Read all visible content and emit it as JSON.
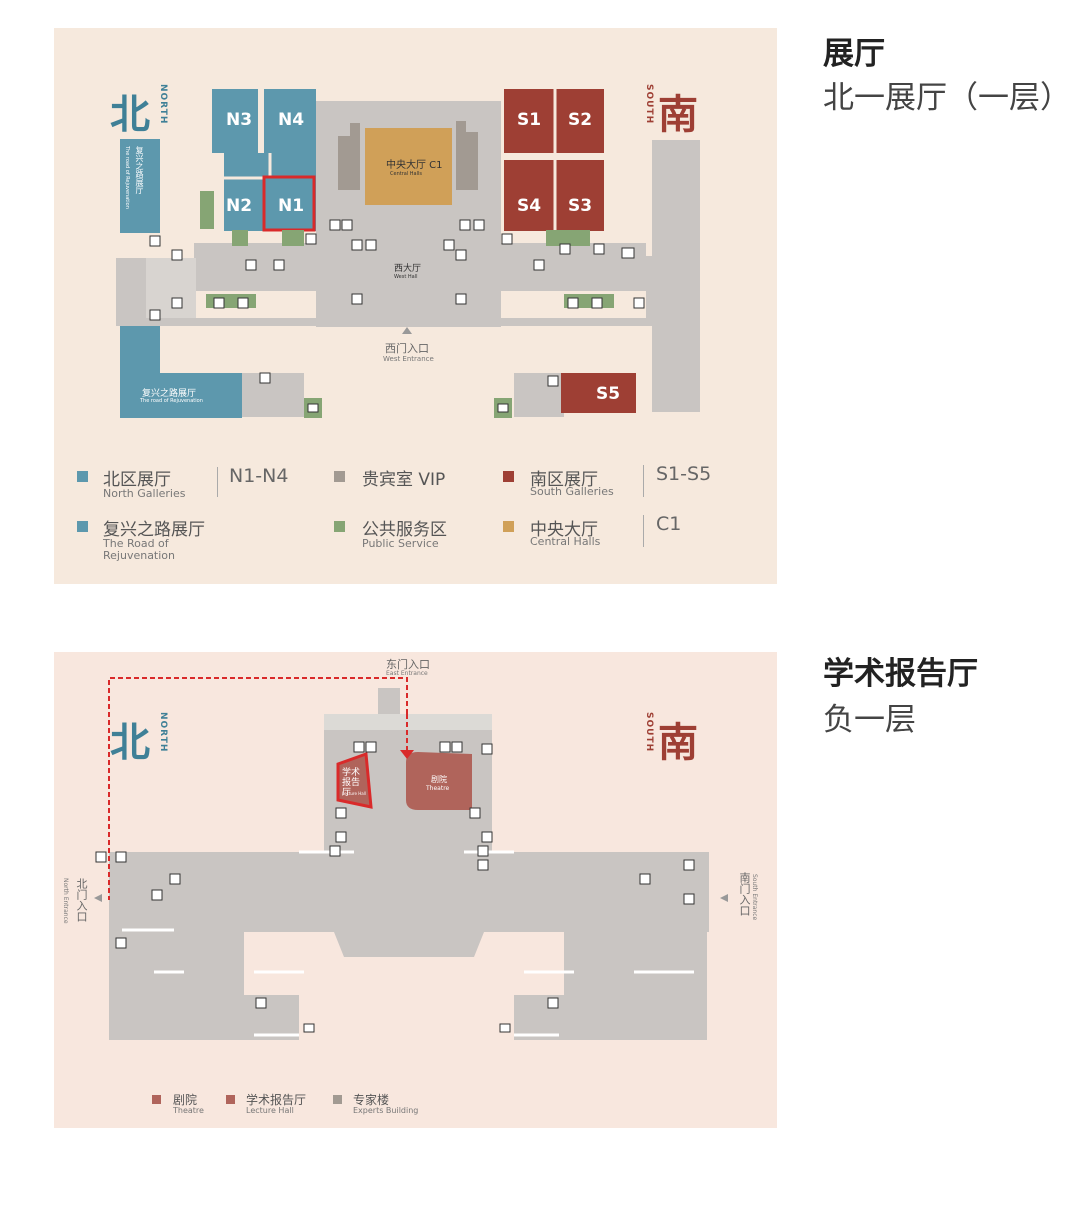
{
  "section1": {
    "title": "展厅",
    "subtitle": "北一展厅（一层）"
  },
  "section2": {
    "title": "学术报告厅",
    "subtitle": "负一层"
  },
  "compass": {
    "north_zh": "北",
    "north_en": "NORTH",
    "south_zh": "南",
    "south_en": "SOUTH"
  },
  "floor1": {
    "halls": {
      "n1": "N1",
      "n2": "N2",
      "n3": "N3",
      "n4": "N4",
      "s1": "S1",
      "s2": "S2",
      "s3": "S3",
      "s4": "S4",
      "s5": "S5"
    },
    "central_zh": "中央大厅 C1",
    "central_en": "Central Halls",
    "west_hall_zh": "西大厅",
    "west_hall_en": "West Hall",
    "west_entrance_zh": "西门入口",
    "west_entrance_en": "West Entrance",
    "rejuv_side_zh": "复兴之路展厅",
    "rejuv_side_en": "The road of Rejuvenation",
    "rejuv_bottom_zh": "复兴之路展厅",
    "rejuv_bottom_en": "The road of Rejuvenation",
    "legend": [
      {
        "zh": "北区展厅",
        "en": "North Galleries",
        "code": "N1-N4",
        "color": "#5d98ad"
      },
      {
        "zh": "贵宾室 VIP",
        "en": "",
        "code": "",
        "color": "#a29a92"
      },
      {
        "zh": "南区展厅",
        "en": "South Galleries",
        "code": "S1-S5",
        "color": "#9e3f34"
      },
      {
        "zh": "复兴之路展厅",
        "en": "The Road of Rejuvenation",
        "code": "",
        "color": "#5d98ad"
      },
      {
        "zh": "公共服务区",
        "en": "Public Service",
        "code": "",
        "color": "#86a574"
      },
      {
        "zh": "中央大厅",
        "en": "Central Halls",
        "code": "C1",
        "color": "#d0a058"
      }
    ]
  },
  "floor2": {
    "east_entrance_zh": "东门入口",
    "east_entrance_en": "East Entrance",
    "north_entrance_zh": "北门入口",
    "north_entrance_en": "North Entrance",
    "south_entrance_zh": "南门入口",
    "south_entrance_en": "South Entrance",
    "lecture_zh": "学术报告厅",
    "lecture_en": "Lecture Hall",
    "theatre_zh": "剧院",
    "theatre_en": "Theatre",
    "legend": [
      {
        "zh": "剧院",
        "en": "Theatre",
        "color": "#b0645b"
      },
      {
        "zh": "学术报告厅",
        "en": "Lecture Hall",
        "color": "#b0645b"
      },
      {
        "zh": "专家楼",
        "en": "Experts Building",
        "color": "#a29a92"
      }
    ]
  }
}
